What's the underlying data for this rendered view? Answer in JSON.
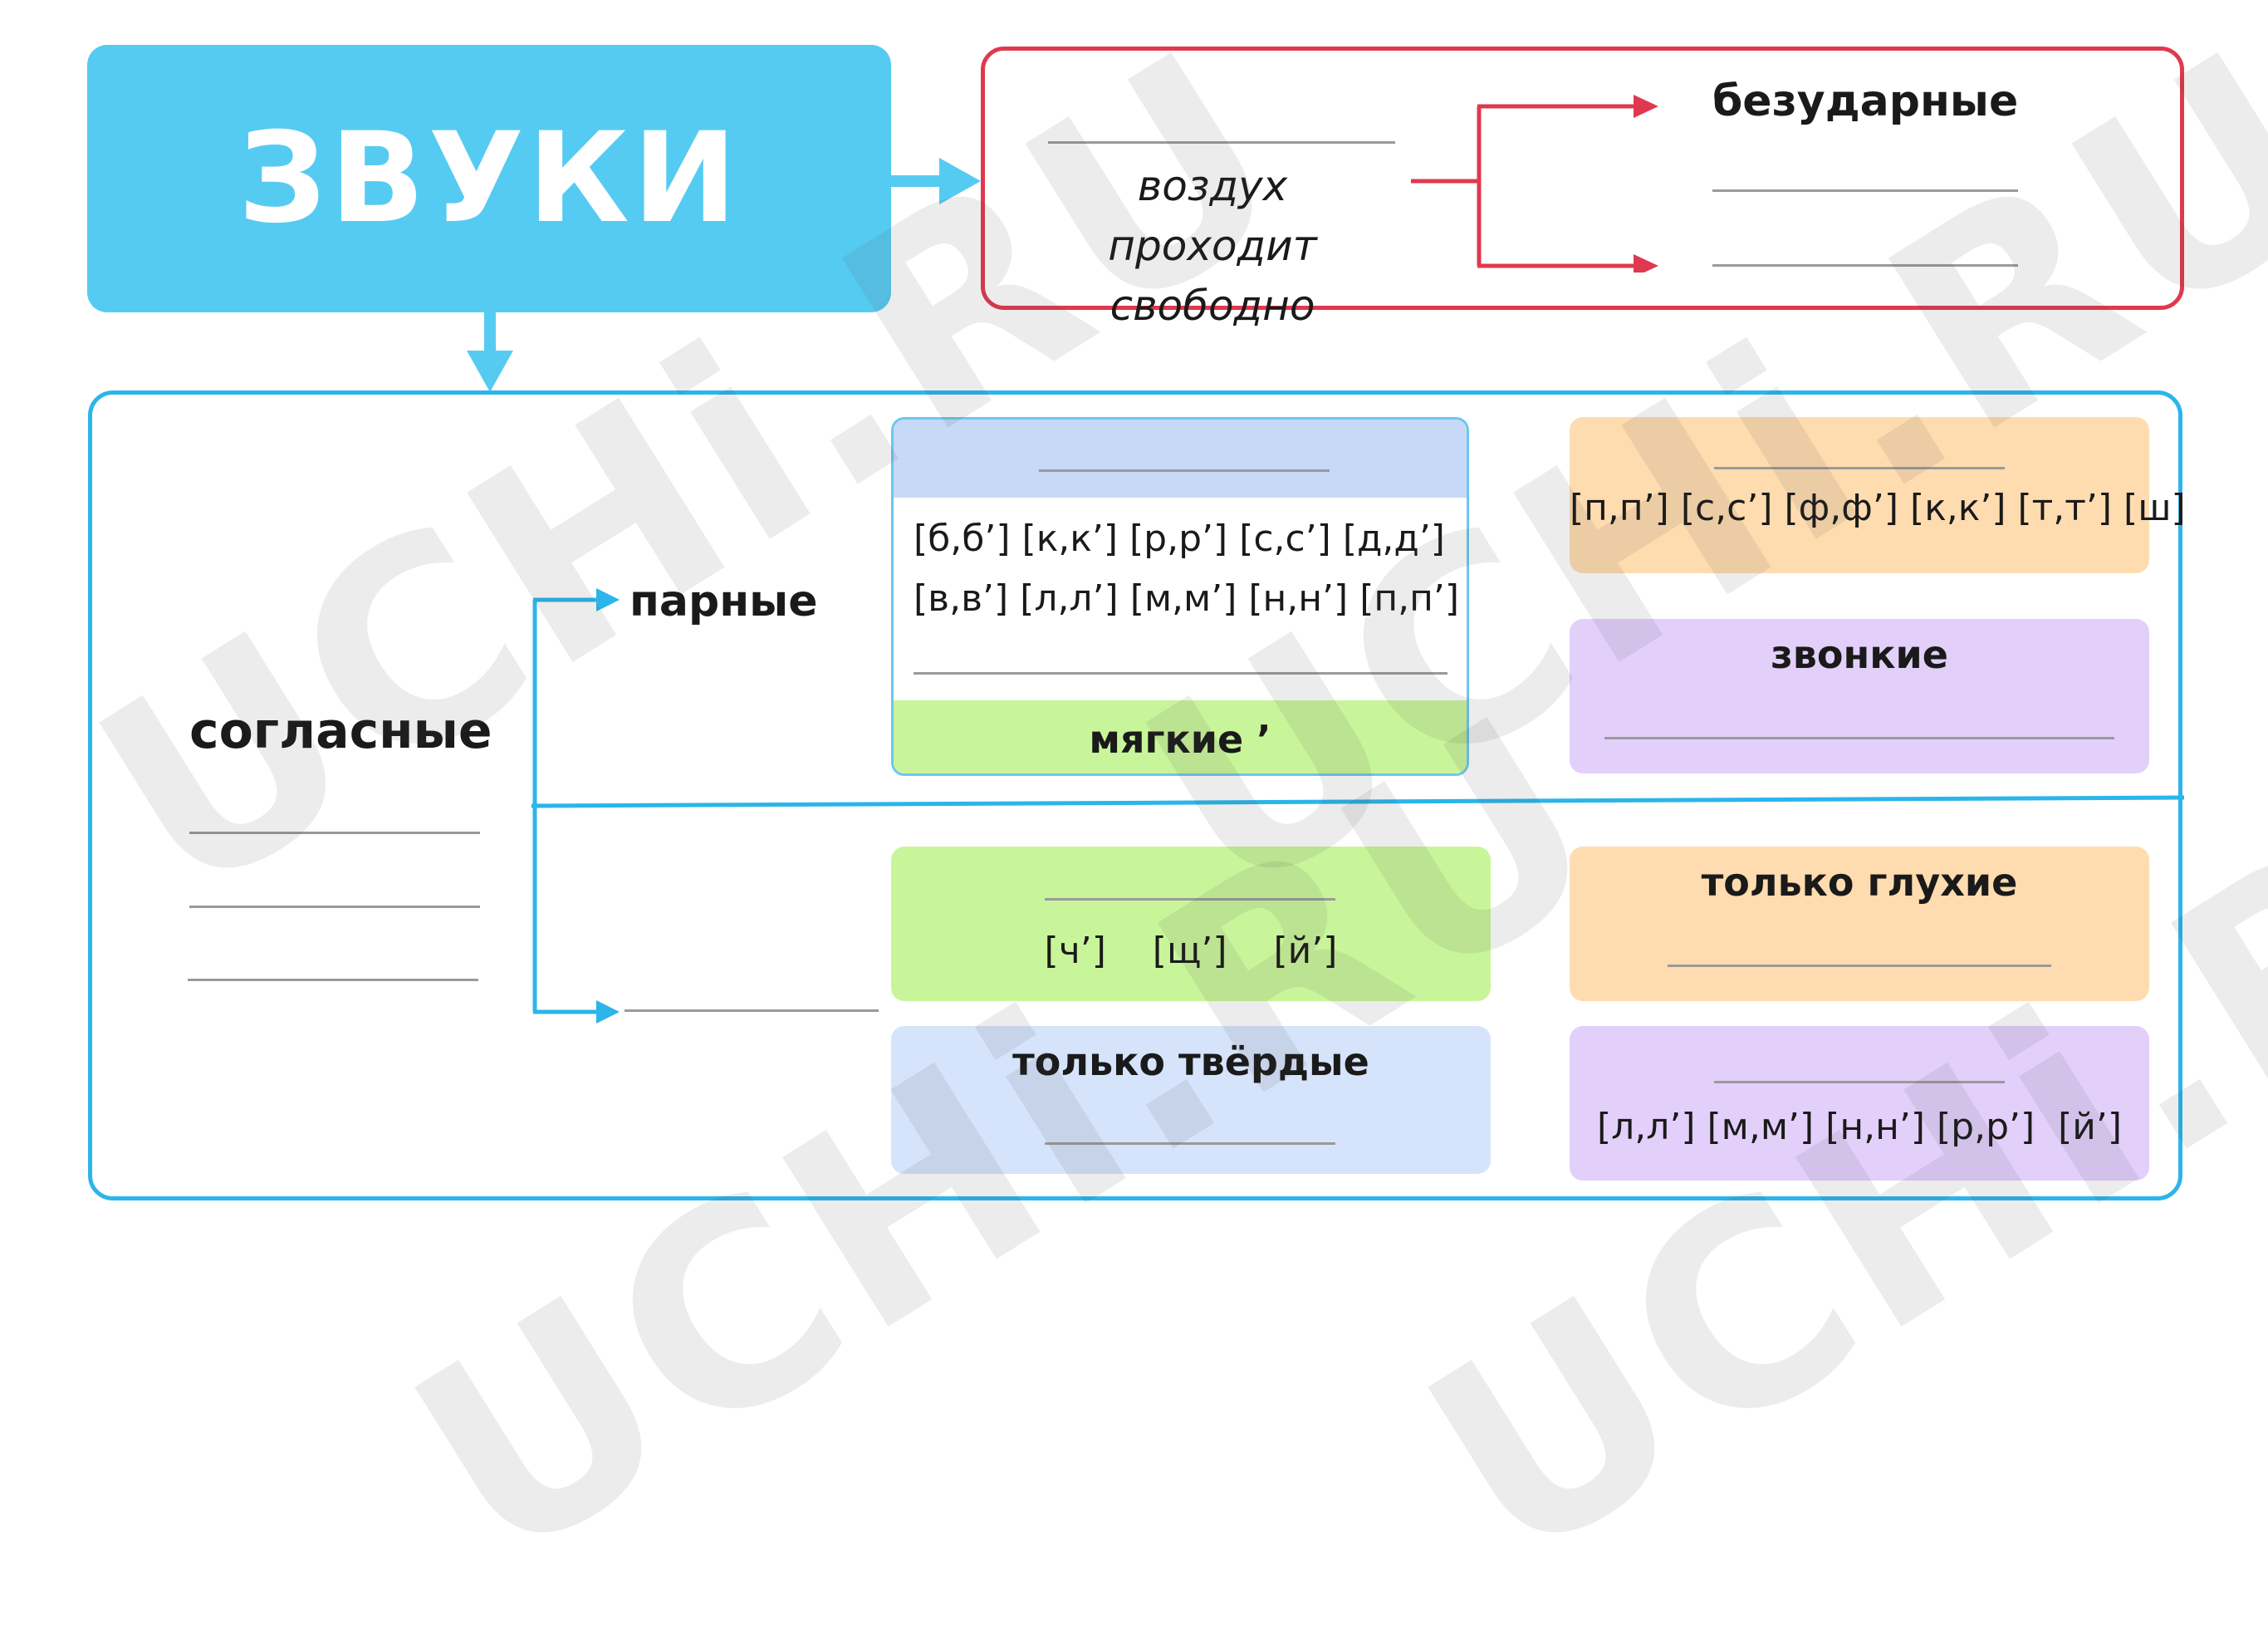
{
  "title": "ЗВУКИ",
  "vowels": {
    "description": "воздух проходит свободно",
    "unstressed": "безударные"
  },
  "consonants": {
    "label": "согласные",
    "paired": "парные",
    "paired_soft": {
      "row1": "[б,б’]  [к,к’]  [р,р’]  [с,с’]  [д,д’]",
      "row2": "[в,в’]  [л,л’]  [м,м’]  [н,н’]  [п,п’]",
      "soft_label": "мягкие ’"
    },
    "voiceless_pairs": "[п,п’] [с,с’] [ф,ф’] [к,к’] [т,т’] [ш]",
    "voiced": "звонкие",
    "only_soft_sounds": "[ч’]    [щ’]    [й’]",
    "only_hard": "только твёрдые",
    "only_voiceless": "только глухие",
    "sonorant_sounds": "[л,л’] [м,м’] [н,н’] [р,р’]  [й’]"
  },
  "watermark": "UCHi.RU",
  "colors": {
    "title_bg": "#56cbf2",
    "vowel_border": "#e0394f",
    "consonant_border": "#2bb5ea",
    "light_blue": "#c6d9f7",
    "light_green": "#c9f59a",
    "peach": "#ffdcaf",
    "lavender": "#e2d0fb"
  }
}
